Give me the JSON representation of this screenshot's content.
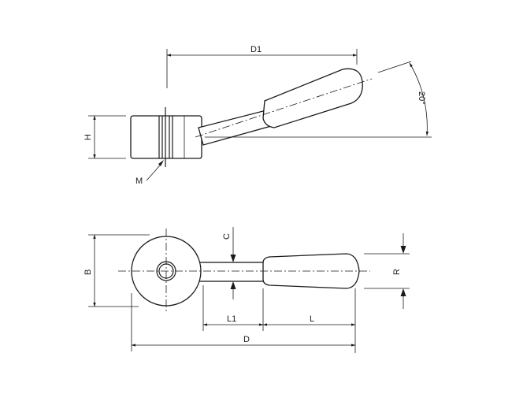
{
  "dimension_labels": {
    "d1": "D1",
    "h": "H",
    "m": "M",
    "angle": "20°",
    "c": "C",
    "b": "B",
    "r": "R",
    "l1": "L1",
    "l": "L",
    "d": "D"
  }
}
